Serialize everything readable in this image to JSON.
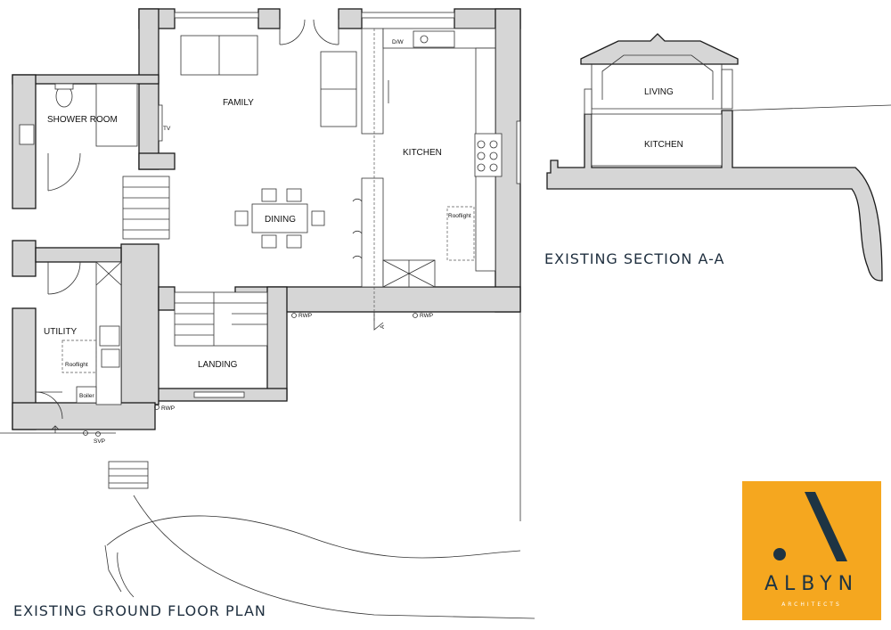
{
  "rooms": {
    "family": "FAMILY",
    "kitchen": "KITCHEN",
    "dining": "DINING",
    "shower_room": "SHOWER ROOM",
    "utility": "UTILITY",
    "landing": "LANDING"
  },
  "annotations": {
    "tv": "TV",
    "dw": "D/W",
    "rooflight": "Rooflight",
    "boiler": "Boiler",
    "rwp": "RWP",
    "svp": "SVP",
    "section_marker": "A"
  },
  "section": {
    "living": "LIVING",
    "kitchen": "KITCHEN",
    "title": "EXISTING SECTION A-A"
  },
  "plan_title": "EXISTING GROUND FLOOR PLAN",
  "logo": {
    "name": "ALBYN",
    "subtitle": "ARCHITECTS",
    "bg_color": "#f5a71f",
    "ink_color": "#1e3443"
  }
}
